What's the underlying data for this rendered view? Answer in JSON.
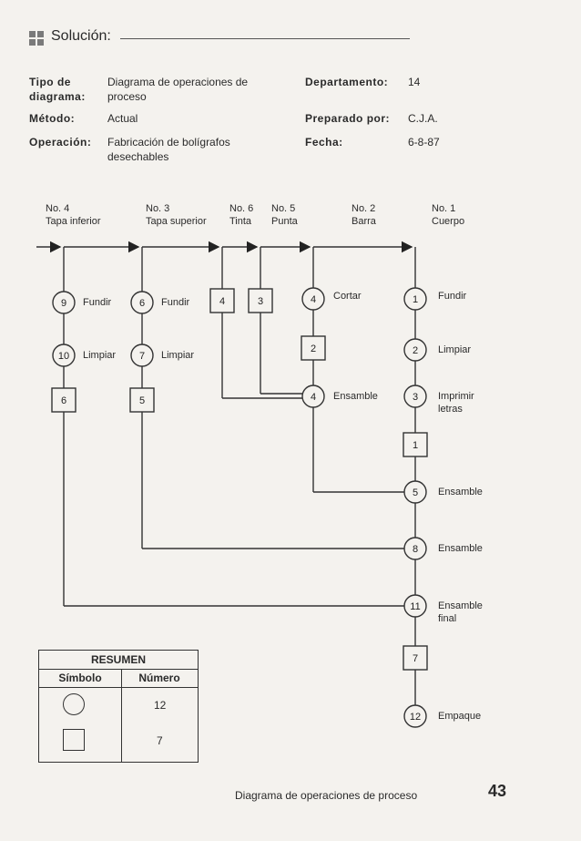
{
  "header": {
    "title": "Solución:"
  },
  "meta": {
    "tipo_label": "Tipo de diagrama:",
    "tipo_value": "Diagrama de operaciones de proceso",
    "metodo_label": "Método:",
    "metodo_value": "Actual",
    "operacion_label": "Operación:",
    "operacion_value": "Fabricación de bolígrafos desechables",
    "departamento_label": "Departamento:",
    "departamento_value": "14",
    "preparado_label": "Preparado por:",
    "preparado_value": "C.J.A.",
    "fecha_label": "Fecha:",
    "fecha_value": "6-8-87"
  },
  "columns": [
    {
      "no": "No. 4",
      "name": "Tapa inferior"
    },
    {
      "no": "No. 3",
      "name": "Tapa superior"
    },
    {
      "no": "No. 6",
      "name": "Tinta"
    },
    {
      "no": "No. 5",
      "name": "Punta"
    },
    {
      "no": "No. 2",
      "name": "Barra"
    },
    {
      "no": "No. 1",
      "name": "Cuerpo"
    }
  ],
  "symbols": {
    "op9": "9",
    "op10": "10",
    "in6": "6",
    "op6": "6",
    "op7": "7",
    "in5": "5",
    "in4": "4",
    "in3": "3",
    "op4a": "4",
    "in2": "2",
    "op4b": "4",
    "op1": "1",
    "op2": "2",
    "op3": "3",
    "in1": "1",
    "op5": "5",
    "op8": "8",
    "op11": "11",
    "in7": "7",
    "op12": "12"
  },
  "labels": {
    "fundir": "Fundir",
    "limpiar": "Limpiar",
    "cortar": "Cortar",
    "ensamble": "Ensamble",
    "imprimir": "Imprimir",
    "letras": "letras",
    "ensamble_final_1": "Ensamble",
    "ensamble_final_2": "final",
    "empaque": "Empaque"
  },
  "summary": {
    "title": "RESUMEN",
    "col1": "Símbolo",
    "col2": "Número",
    "circle_count": "12",
    "square_count": "7"
  },
  "footer": {
    "caption": "Diagrama de operaciones de proceso",
    "page": "43"
  }
}
